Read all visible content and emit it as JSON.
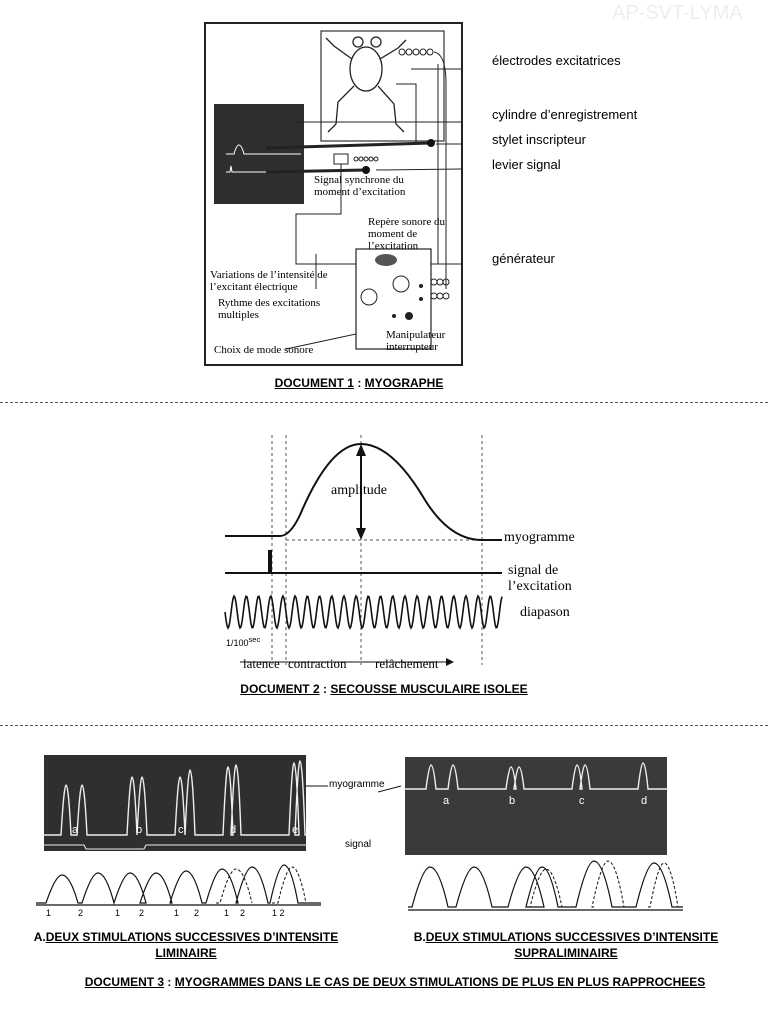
{
  "watermark": "AP-SVT-LYMA",
  "doc1": {
    "labels": {
      "electrodes": "électrodes excitatrices",
      "cylindre": "cylindre d’enregistrement",
      "stylet": "stylet inscripteur",
      "levier": "levier signal",
      "generateur": "générateur"
    },
    "inner": {
      "signal_sync": "Signal synchrone du moment d’excitation",
      "repere": "Repère sonore du moment de l’excitation",
      "variations": "Variations de l’intensité de l’excitant électrique",
      "rythme": "Rythme des excitations multiples",
      "choix": "Choix de mode sonore",
      "manipulateur": "Manipulateur interrupteur"
    },
    "caption_prefix": "DOCUMENT 1",
    "caption_sep": " : ",
    "caption_title": "MYOGRAPHE"
  },
  "doc2": {
    "labels": {
      "amplitude": "amplitude",
      "myogramme": "myogramme",
      "signal": "signal de l’excitation",
      "diapason": "diapason",
      "unit": "1/100",
      "unit_sup": "sec",
      "latence": "latence",
      "contraction": "contraction",
      "relachement": "relâchement"
    },
    "caption_prefix": "DOCUMENT 2",
    "caption_sep": " : ",
    "caption_title": "SECOUSSE MUSCULAIRE ISOLEE"
  },
  "doc3": {
    "left": {
      "letters": [
        "a",
        "b",
        "c",
        "d",
        "e"
      ],
      "ticks": [
        "1",
        "2",
        "1",
        "2",
        "1",
        "2",
        "1",
        "2",
        "1 2"
      ],
      "caption_prefix": "A.",
      "caption_title": "DEUX STIMULATIONS SUCCESSIVES D’INTENSITE LIMINAIRE"
    },
    "right": {
      "letters": [
        "a",
        "b",
        "c",
        "d"
      ],
      "caption_prefix": "B.",
      "caption_title": "DEUX STIMULATIONS SUCCESSIVES D’INTENSITE SUPRALIMINAIRE"
    },
    "label_myogramme": "myogramme",
    "label_signal": "signal",
    "caption_prefix": "DOCUMENT 3",
    "caption_sep": " : ",
    "caption_title": "MYOGRAMMES DANS LE CAS DE DEUX STIMULATIONS DE PLUS EN PLUS RAPPROCHEES"
  }
}
